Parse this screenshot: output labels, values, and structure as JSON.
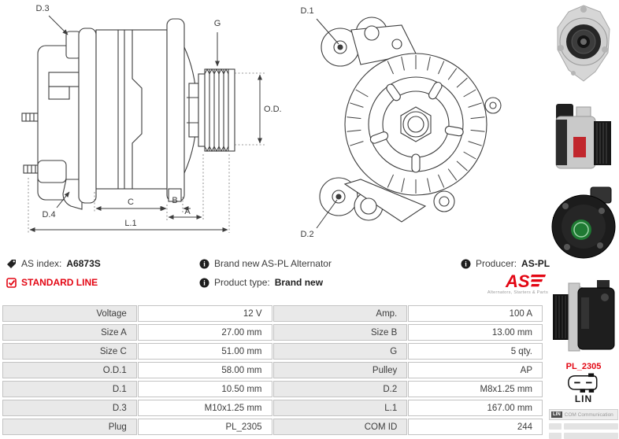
{
  "colors": {
    "accent_red": "#e30613",
    "table_label_bg": "#e9e9e9",
    "table_border": "#c3c3c3",
    "line_ink": "#3d3d3d"
  },
  "icons": {
    "info_glyph": "i",
    "tag": "tag-icon",
    "check": "checkbox-checked-icon"
  },
  "drawing": {
    "side_view": {
      "labels": {
        "d3": "D.3",
        "g": "G",
        "od1": "O.D.1",
        "d4": "D.4",
        "c": "C",
        "b": "B",
        "a": "A",
        "l1": "L.1"
      }
    },
    "front_view": {
      "labels": {
        "d1": "D.1",
        "d2": "D.2"
      }
    }
  },
  "info_bar": {
    "as_index_label": "AS index:",
    "as_index_value": "A6873S",
    "line_badge": "STANDARD LINE",
    "brand_text": "Brand new AS-PL Alternator",
    "product_type_label": "Product type:",
    "product_type_value": "Brand new",
    "producer_label": "Producer:",
    "producer_value": "AS-PL",
    "logo": {
      "text": "AS",
      "tagline": "Alternators, Starters & Parts"
    }
  },
  "spec_table": {
    "rows": [
      {
        "c0": "Voltage",
        "c1": "12 V",
        "c2": "Amp.",
        "c3": "100 A"
      },
      {
        "c0": "Size A",
        "c1": "27.00 mm",
        "c2": "Size B",
        "c3": "13.00 mm"
      },
      {
        "c0": "Size C",
        "c1": "51.00 mm",
        "c2": "G",
        "c3": "5 qty."
      },
      {
        "c0": "O.D.1",
        "c1": "58.00 mm",
        "c2": "Pulley",
        "c3": "AP"
      },
      {
        "c0": "D.1",
        "c1": "10.50 mm",
        "c2": "D.2",
        "c3": "M8x1.25 mm"
      },
      {
        "c0": "D.3",
        "c1": "M10x1.25 mm",
        "c2": "L.1",
        "c3": "167.00 mm"
      },
      {
        "c0": "Plug",
        "c1": "PL_2305",
        "c2": "COM ID",
        "c3": "244"
      }
    ]
  },
  "sidebar": {
    "plug_name": "PL_2305",
    "plug_type": "LIN",
    "comm_row": {
      "badge": "LIN",
      "text": "COM Communication"
    }
  }
}
